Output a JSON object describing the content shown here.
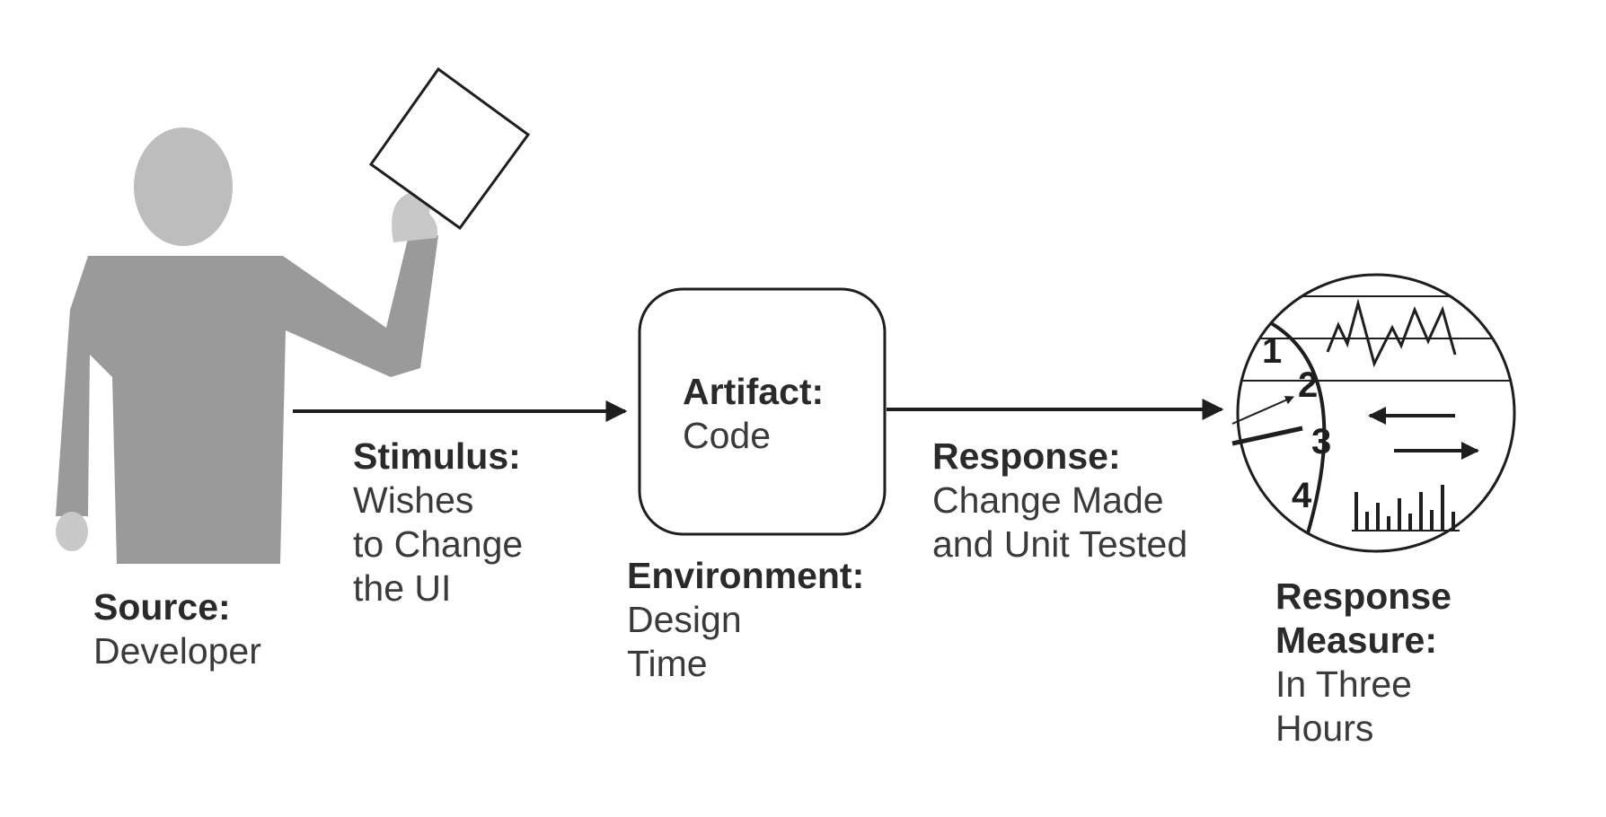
{
  "source": {
    "heading": "Source:",
    "lines": [
      "Developer"
    ]
  },
  "stimulus": {
    "heading": "Stimulus:",
    "lines": [
      "Wishes",
      "to Change",
      "the UI"
    ]
  },
  "artifact": {
    "heading": "Artifact:",
    "lines": [
      "Code"
    ]
  },
  "environment": {
    "heading": "Environment:",
    "lines": [
      "Design",
      "Time"
    ]
  },
  "response": {
    "heading": "Response:",
    "lines": [
      "Change Made",
      "and Unit Tested"
    ]
  },
  "response_measure": {
    "heading": "Response",
    "heading2": "Measure:",
    "lines": [
      "In Three",
      "Hours"
    ],
    "dial_numbers": [
      "1",
      "2",
      "3",
      "4"
    ]
  },
  "colors": {
    "figure_body": "#9a9a9a",
    "figure_head": "#bdbdbd",
    "figure_hand": "#c8c8c8",
    "stroke": "#1e1e1e",
    "text": "#3a3a3a"
  }
}
